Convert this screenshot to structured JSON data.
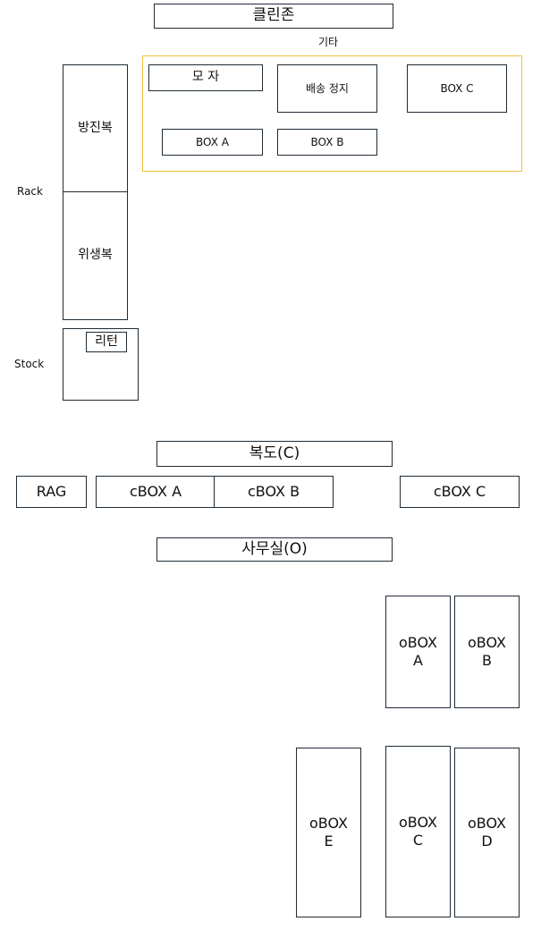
{
  "clean_zone": {
    "title": "클린존",
    "etc_label": "기타",
    "etc_items": {
      "hat": "모 자",
      "delivery_stop": "배송 정지",
      "box_c": "BOX    C",
      "box_a": "BOX    A",
      "box_b": "BOX    B"
    },
    "rack_label": "Rack",
    "rack_items": [
      "방진복",
      "위생복"
    ],
    "stock_label": "Stock",
    "stock_item": "리턴",
    "etc_border_color": "#f0c040"
  },
  "corridor": {
    "title": "복도(C)",
    "items": [
      "RAG",
      "cBOX  A",
      "cBOX  B",
      "cBOX  C"
    ]
  },
  "office": {
    "title": "사무실(O)",
    "boxes": {
      "a": "oBOX\nA",
      "b": "oBOX\nB",
      "c": "oBOX\nC",
      "d": "oBOX\nD",
      "e": "oBOX\nE"
    }
  }
}
